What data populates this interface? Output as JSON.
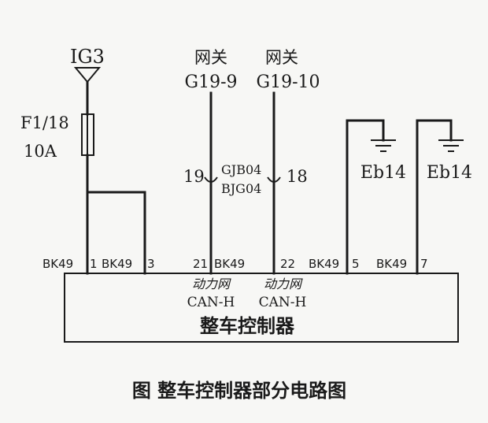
{
  "power": {
    "source": "IG3",
    "fuse_id": "F1/18",
    "fuse_rating": "10A"
  },
  "gateways": [
    {
      "title": "网关",
      "connector": "G19-9"
    },
    {
      "title": "网关",
      "connector": "G19-10"
    }
  ],
  "splices": [
    {
      "pin": "19",
      "code": "GJB04"
    },
    {
      "pin": "18",
      "code": "BJG04"
    }
  ],
  "grounds": [
    "Eb14",
    "Eb14"
  ],
  "pins": [
    {
      "connector": "BK49",
      "pin": "1"
    },
    {
      "connector": "BK49",
      "pin": "3"
    },
    {
      "connector": "21",
      "pin": "BK49"
    },
    {
      "connector": "22",
      "pin": "BK49"
    },
    {
      "connector": "5"
    },
    {
      "connector": "BK49",
      "pin": "7"
    }
  ],
  "can_labels": [
    {
      "network": "动力网",
      "signal": "CAN-H"
    },
    {
      "network": "动力网",
      "signal": "CAN-H"
    }
  ],
  "module_name": "整车控制器",
  "caption": "图 整车控制器部分电路图"
}
